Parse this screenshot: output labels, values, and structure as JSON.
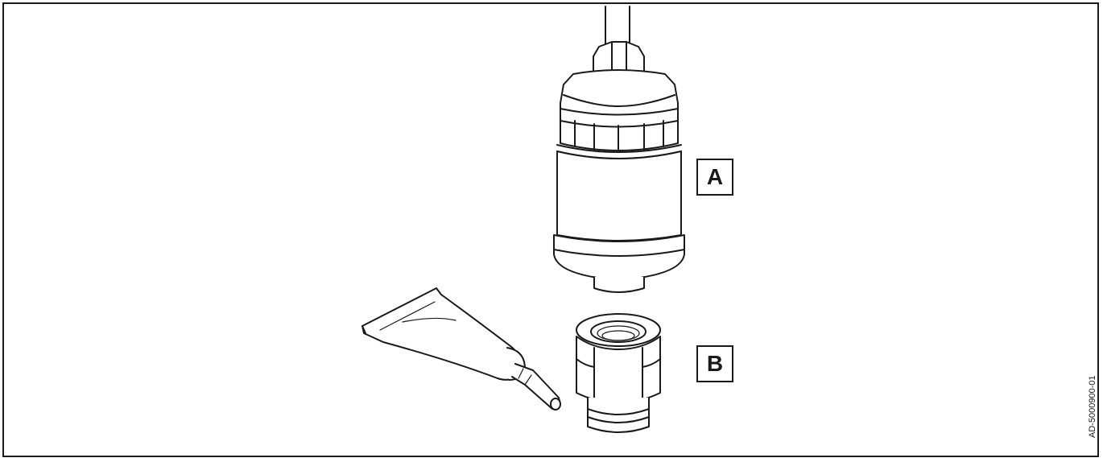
{
  "callouts": {
    "a": "A",
    "b": "B"
  },
  "document_reference": "AD-5000900-01",
  "colors": {
    "line": "#1a1a1a",
    "background": "#ffffff"
  }
}
